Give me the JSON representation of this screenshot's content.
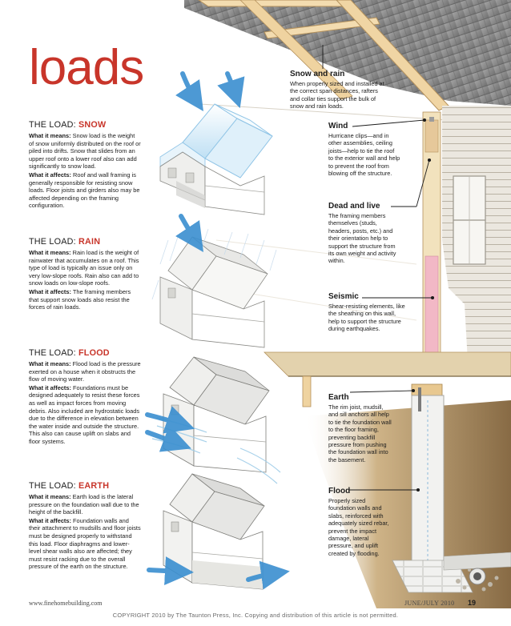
{
  "title": "loads",
  "loads": [
    {
      "prefix": "THE LOAD: ",
      "keyword": "SNOW",
      "means_label": "What it means:",
      "means": "Snow load is the weight of snow uniformly distributed on the roof or piled into drifts. Snow that slides from an upper roof onto a lower roof also can add significantly to snow load.",
      "affects_label": "What it affects:",
      "affects": "Roof and wall framing is generally responsible for resisting snow loads. Floor joists and girders also may be affected depending on the framing configuration."
    },
    {
      "prefix": "THE LOAD: ",
      "keyword": "RAIN",
      "means_label": "What it means:",
      "means": "Rain load is the weight of rainwater that accumulates on a roof. This type of load is typically an issue only on very low-slope roofs. Rain also can add to snow loads on low-slope roofs.",
      "affects_label": "What it affects:",
      "affects": "The framing members that support snow loads also resist the forces of rain loads."
    },
    {
      "prefix": "THE LOAD: ",
      "keyword": "FLOOD",
      "means_label": "What it means:",
      "means": "Flood load is the pressure exerted on a house when it obstructs the flow of moving water.",
      "affects_label": "What it affects:",
      "affects": "Foundations must be designed adequately to resist these forces as well as impact forces from moving debris. Also included are hydrostatic loads due to the difference in elevation between the water inside and outside the structure. This also can cause uplift on slabs and floor systems."
    },
    {
      "prefix": "THE LOAD: ",
      "keyword": "EARTH",
      "means_label": "What it means:",
      "means": "Earth load is the lateral pressure on the foundation wall due to the height of the backfill.",
      "affects_label": "What it affects:",
      "affects": "Foundation walls and their attachment to mudsills and floor joists must be designed properly to withstand this load. Floor diaphragms and lower-level shear walls also are affected; they must resist racking due to the overall pressure of the earth on the structure."
    }
  ],
  "callouts": {
    "snow_rain": {
      "title": "Snow and rain",
      "text": "When properly sized and installed at the correct span distances, rafters and collar ties support the bulk of snow and rain loads."
    },
    "wind": {
      "title": "Wind",
      "text": "Hurricane clips—and in other assemblies, ceiling joists—help to tie the roof to the exterior wall and help to prevent the roof from blowing off the structure."
    },
    "dead_live": {
      "title": "Dead and live",
      "text": "The framing members themselves (studs, headers, posts, etc.) and their orientation help to support the structure from its own weight and activity within."
    },
    "seismic": {
      "title": "Seismic",
      "text": "Shear-resisting elements, like the sheathing on this wall, help to support the structure during earthquakes."
    },
    "earth": {
      "title": "Earth",
      "text": "The rim joist, mudsill, and sill anchors all help to tie the foundation wall to the floor framing, preventing backfill pressure from pushing the foundation wall into the basement."
    },
    "flood": {
      "title": "Flood",
      "text": "Properly sized foundation walls and slabs, reinforced with adequately sized rebar, prevent the impact damage, lateral pressure, and uplift created by flooding."
    }
  },
  "footer": {
    "website": "www.finehomebuilding.com",
    "issue": "JUNE/JULY 2010",
    "page_number": "19",
    "copyright": "COPYRIGHT 2010 by The Taunton Press, Inc. Copying and distribution of this article is not permitted."
  },
  "colors": {
    "accent": "#c8352a",
    "arrow": "#3a8fd0",
    "snow": "#d8eefa",
    "sheathing": "#f2b8c6",
    "siding": "#e8e4dc",
    "roof": "#8b8b8b",
    "earth": "#8a6a3e"
  }
}
